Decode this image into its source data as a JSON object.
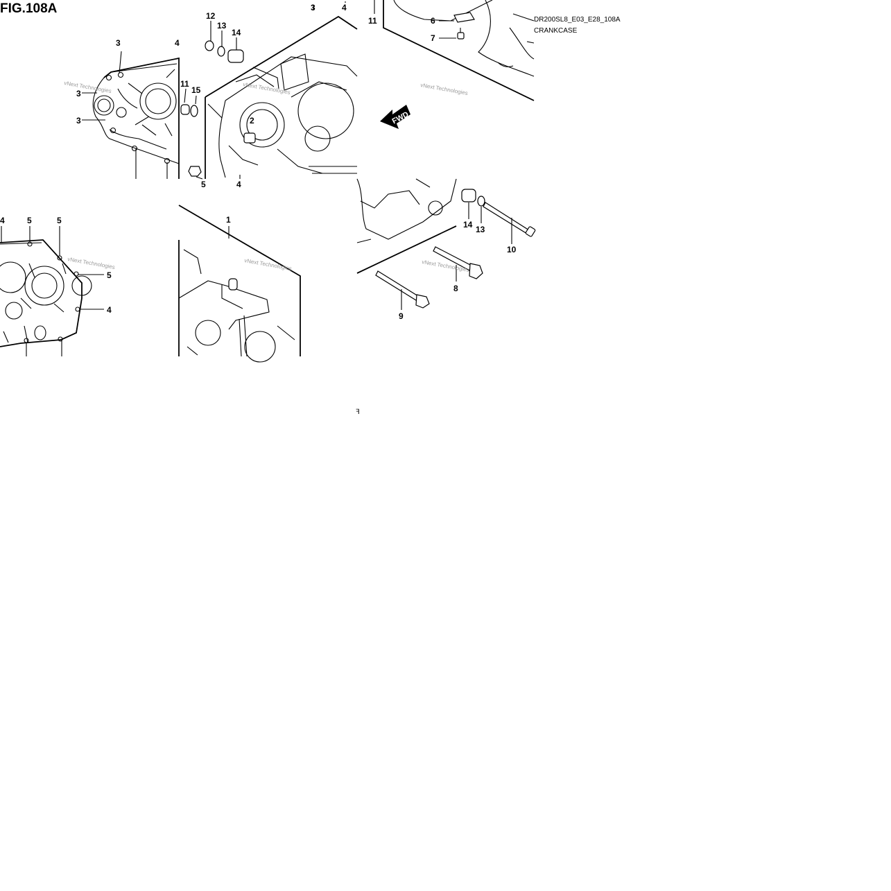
{
  "figure": {
    "title": "FIG.108A",
    "model_code": "DR200SL8_E03_E28_108A",
    "section_name": "CRANKCASE",
    "forward_marker": "FWD",
    "watermark": "vNext Technologies",
    "stray_mark": "ꟻ"
  },
  "callouts": {
    "c1": "1",
    "c2": "2",
    "c3a": "3",
    "c3b": "3",
    "c3c": "3",
    "c3d": "3",
    "c4a": "4",
    "c4b": "4",
    "c4c": "4",
    "c4d": "4",
    "c4e": "4",
    "c5a": "5",
    "c5b": "5",
    "c5c": "5",
    "c5d": "5",
    "c6": "6",
    "c7": "7",
    "c8": "8",
    "c9": "9",
    "c10": "10",
    "c11a": "11",
    "c11b": "11",
    "c12": "12",
    "c13a": "13",
    "c13b": "13",
    "c14a": "14",
    "c14b": "14",
    "c15": "15"
  }
}
